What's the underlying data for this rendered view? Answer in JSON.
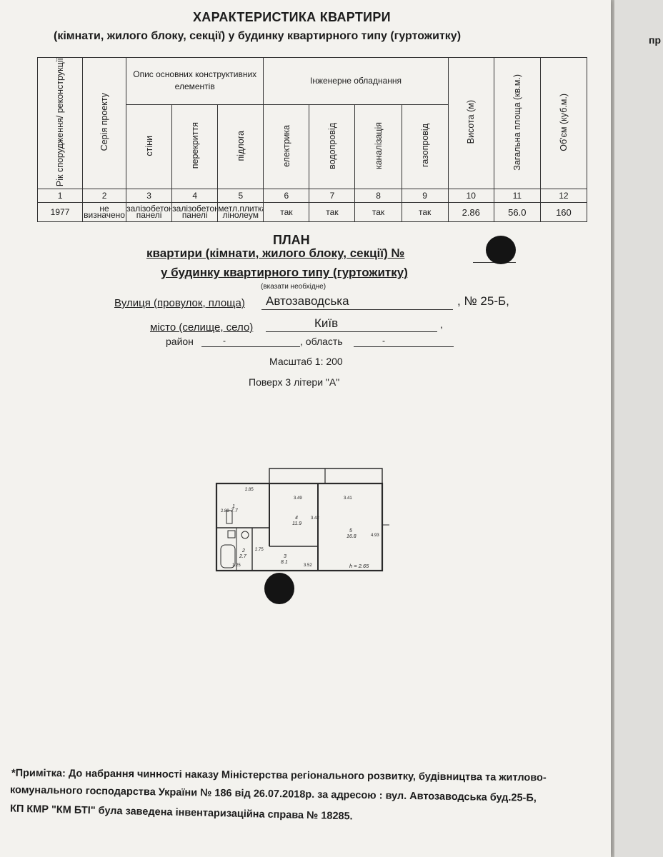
{
  "doc": {
    "title": "ХАРАКТЕРИСТИКА КВАРТИРИ",
    "subtitle": "(кімнати, жилого блоку, секції) у будинку квартирного типу (гуртожитку)",
    "edge_text": "пр"
  },
  "table": {
    "col_build_year": "Рік спорудження/ реконструкції",
    "col_series": "Серія проекту",
    "group_construct": "Опис основних конструктивних елементів",
    "col_walls": "стіни",
    "col_ceiling": "перекриття",
    "col_floor": "підлога",
    "group_engineering": "Інженерне обладнання",
    "col_electric": "електрика",
    "col_water": "водопровід",
    "col_sewer": "каналізація",
    "col_gas": "газопровід",
    "col_height": "Висота (м)",
    "col_area": "Загальна площа (кв.м.)",
    "col_volume": "Об'єм (куб.м.)",
    "numbers": [
      "1",
      "2",
      "3",
      "4",
      "5",
      "6",
      "7",
      "8",
      "9",
      "10",
      "11",
      "12"
    ],
    "values": [
      "1977",
      "не визначено",
      "залізобетонні панелі",
      "залізобетонні панелі",
      "метл.плитка, лінолеум",
      "так",
      "так",
      "так",
      "так",
      "2.86",
      "56.0",
      "160"
    ]
  },
  "plan": {
    "title": "ПЛАН",
    "line1": "квартири (кімнати, жилого блоку, секції) №",
    "line2": "у будинку квартирного типу (гуртожитку)",
    "hint": "(вказати необхідне)",
    "street_label": "Вулиця (провулок, площа)",
    "street_value": "Автозаводська",
    "house_label": ", № 25-Б",
    "house_suffix": ",",
    "city_label": "місто (селище, село)",
    "city_value": "Київ",
    "city_suffix": ",",
    "district_label": "район",
    "district_value": "-",
    "oblast_label": ", область",
    "oblast_value": "-",
    "scale": "Масштаб 1: 200",
    "floor": "Поверх 3 літери \"А\""
  },
  "floorplan": {
    "dims": [
      "2.85",
      "3.49",
      "3.41",
      "2.89",
      "3.42",
      "4.93",
      "2.75",
      "1.25",
      "3.52",
      "h = 2.65"
    ],
    "rooms": [
      {
        "id": "1",
        "area": "7.7"
      },
      {
        "id": "4",
        "area": "11.9"
      },
      {
        "id": "5",
        "area": "16.8"
      },
      {
        "id": "3",
        "area": "8.1"
      },
      {
        "id": "2",
        "area": "2.7"
      }
    ]
  },
  "note": {
    "line1": "*Примітка: До набрання чинності наказу Міністерства регіонального розвитку, будівництва та житлово-",
    "line2": "комунального господарства України № 186 від 26.07.2018р. за адресою : вул. Автозаводська буд.25-Б,",
    "line3": "КП КМР \"КМ БТІ\" була заведена інвентаризаційна справа № 18285."
  }
}
